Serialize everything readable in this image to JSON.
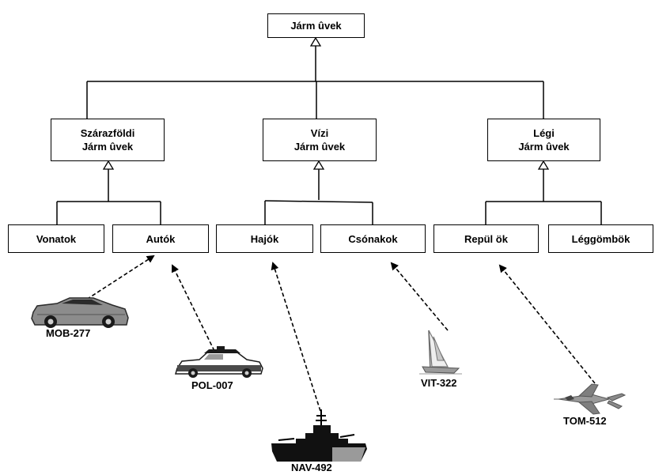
{
  "diagram": {
    "root": {
      "label": "Járm ûvek"
    },
    "categories": {
      "land": {
        "line1": "Szárazföldi",
        "line2": "Járm ûvek"
      },
      "water": {
        "line1": "Vízi",
        "line2": "Járm ûvek"
      },
      "air": {
        "line1": "Légi",
        "line2": "Járm ûvek"
      }
    },
    "leaves": {
      "trains": "Vonatok",
      "cars": "Autók",
      "ships": "Hajók",
      "boats": "Csónakok",
      "planes": "Repül ök",
      "balloons": "Léggömbök"
    },
    "instances": {
      "mob": "MOB-277",
      "pol": "POL-007",
      "nav": "NAV-492",
      "vit": "VIT-322",
      "tom": "TOM-512"
    }
  },
  "colors": {
    "line": "#000000",
    "box_border": "#000000",
    "icon_gray": "#8c8c8c",
    "icon_dark": "#1a1a1a"
  },
  "icons": [
    "sports-car-icon",
    "police-car-icon",
    "battleship-icon",
    "sailboat-icon",
    "fighter-jet-icon"
  ]
}
